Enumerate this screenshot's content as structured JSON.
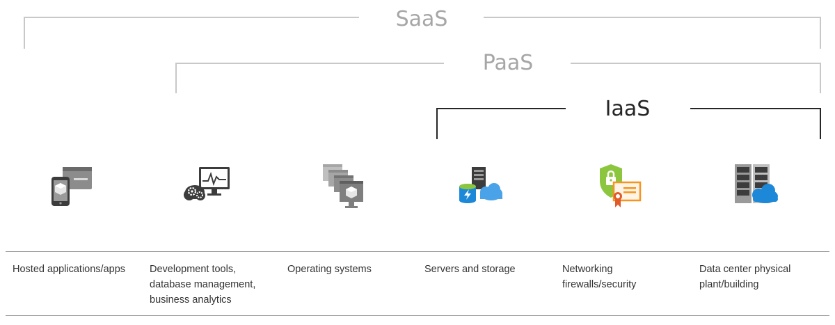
{
  "tiers": {
    "saas": {
      "label": "SaaS",
      "color": "#a6a6a6"
    },
    "paas": {
      "label": "PaaS",
      "color": "#a6a6a6"
    },
    "iaas": {
      "label": "IaaS",
      "color": "#262626"
    }
  },
  "items": [
    {
      "label": "Hosted applications/apps",
      "icon": "tablet-app-window-icon"
    },
    {
      "label": "Development tools, database management, business analytics",
      "icon": "cloud-gears-monitor-icon"
    },
    {
      "label": "Operating systems",
      "icon": "stacked-os-windows-icon"
    },
    {
      "label": "Servers and storage",
      "icon": "server-storage-cloud-icon"
    },
    {
      "label": "Networking firewalls/security",
      "icon": "shield-certificate-icon"
    },
    {
      "label": "Data center physical plant/building",
      "icon": "datacenter-racks-cloud-icon"
    }
  ],
  "colors": {
    "rule": "#9a9a9a",
    "icon_gray": "#7f7f7f",
    "icon_dark": "#3c3c3c",
    "icon_blue": "#1e88d8",
    "icon_green": "#8cc63f",
    "icon_orange": "#f7941d"
  }
}
